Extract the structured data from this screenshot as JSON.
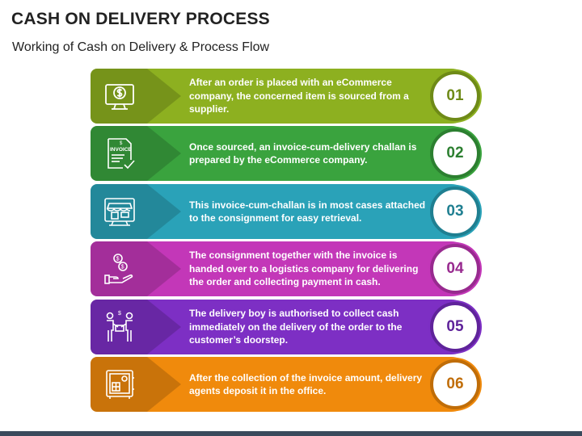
{
  "title": "CASH ON DELIVERY PROCESS",
  "subtitle": "Working of Cash on Delivery & Process Flow",
  "steps": [
    {
      "number": "01",
      "text": "After an order is placed with an eCommerce company, the concerned item is sourced from a supplier.",
      "color": "#8db020",
      "dark": "#6e8a17",
      "icon": "monitor-dollar-icon"
    },
    {
      "number": "02",
      "text": "Once sourced, an invoice-cum-delivery challan is prepared by the eCommerce company.",
      "color": "#3aa33e",
      "dark": "#2c7f30",
      "icon": "invoice-icon",
      "icon_label": "INVOICE"
    },
    {
      "number": "03",
      "text": "This invoice-cum-challan is in most cases attached to the consignment for easy retrieval.",
      "color": "#2aa2b8",
      "dark": "#1f7f91",
      "icon": "storefront-icon"
    },
    {
      "number": "04",
      "text": "The consignment together with the invoice is handed over to a logistics company for delivering the order and collecting payment in cash.",
      "color": "#c337b8",
      "dark": "#982a8f",
      "icon": "hand-coins-icon"
    },
    {
      "number": "05",
      "text": "The delivery boy is authorised to collect cash immediately on the delivery of the order to the customer’s doorstep.",
      "color": "#7d2fc4",
      "dark": "#5f239a",
      "icon": "delivery-handover-icon"
    },
    {
      "number": "06",
      "text": "After the collection of the invoice amount, delivery agents deposit it in the office.",
      "color": "#f08a0c",
      "dark": "#c06d08",
      "icon": "safe-icon"
    }
  ]
}
